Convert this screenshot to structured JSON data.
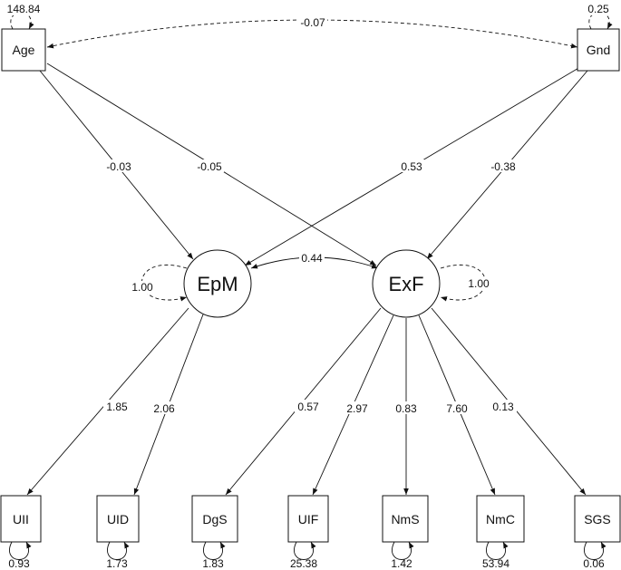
{
  "colors": {
    "line": "#111111",
    "background": "#ffffff"
  },
  "nodes": {
    "age": "Age",
    "gnd": "Gnd",
    "epm": "EpM",
    "exf": "ExF",
    "uii": "UII",
    "uid": "UID",
    "dgs": "DgS",
    "uif": "UIF",
    "nms": "NmS",
    "nmc": "NmC",
    "sgs": "SGS"
  },
  "paths": {
    "age_epm": "-0.03",
    "age_exf": "-0.05",
    "gnd_epm": "0.53",
    "gnd_exf": "-0.38",
    "age_gnd_cov": "-0.07",
    "epm_exf_cov": "0.44",
    "epm_uii": "1.85",
    "epm_uid": "2.06",
    "exf_dgs": "0.57",
    "exf_uif": "2.97",
    "exf_nms": "0.83",
    "exf_nmc": "7.60",
    "exf_sgs": "0.13"
  },
  "variances": {
    "age": "148.84",
    "gnd": "0.25",
    "epm": "1.00",
    "exf": "1.00",
    "uii": "0.93",
    "uid": "1.73",
    "dgs": "1.83",
    "uif": "25.38",
    "nms": "1.42",
    "nmc": "53.94",
    "sgs": "0.06"
  }
}
